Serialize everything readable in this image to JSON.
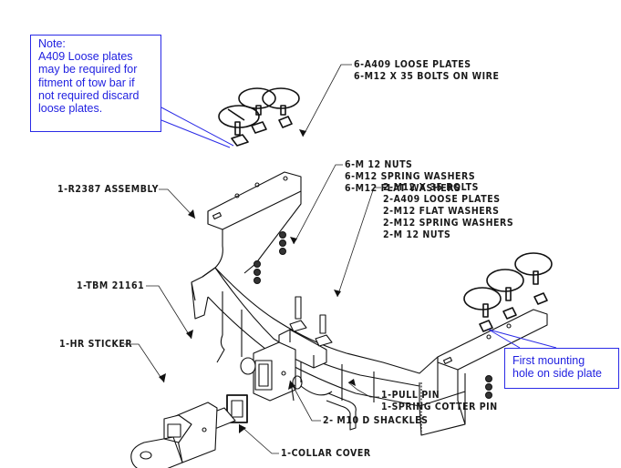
{
  "diagram": {
    "type": "exploded assembly drawing",
    "subject": "tow bar kit",
    "line_color": "#111111",
    "note_color": "#1f1fe0"
  },
  "notes": {
    "loose_plates": {
      "lines": [
        "Note:",
        "A409 Loose plates",
        "may be required for",
        "fitment of tow bar if",
        "not required discard",
        "loose plates."
      ]
    },
    "mounting_hole": {
      "lines": [
        "First mounting",
        "hole on side plate"
      ]
    }
  },
  "labels": {
    "loose_plates_bolts": [
      "6-A409 LOOSE PLATES",
      "6-M12 X 35 BOLTS ON WIRE"
    ],
    "nuts_washers": [
      "6-M 12 NUTS",
      "6-M12 SPRING WASHERS",
      "6-M12 FLAT WASHERS"
    ],
    "assembly": [
      "1-R2387 ASSEMBLY"
    ],
    "bolts_kit": [
      "2-M12 X 35 BOLTS",
      "2-A409 LOOSE PLATES",
      "2-M12 FLAT WASHERS",
      "2-M12 SPRING WASHERS",
      "2-M 12 NUTS"
    ],
    "tbm": [
      "1-TBM 21161"
    ],
    "sticker": [
      "1-HR STICKER"
    ],
    "pins": [
      "1-PULL PIN",
      "1-SPRING COTTER PIN"
    ],
    "shackles": [
      "2- M10 D SHACKLES"
    ],
    "collar": [
      "1-COLLAR COVER"
    ]
  }
}
